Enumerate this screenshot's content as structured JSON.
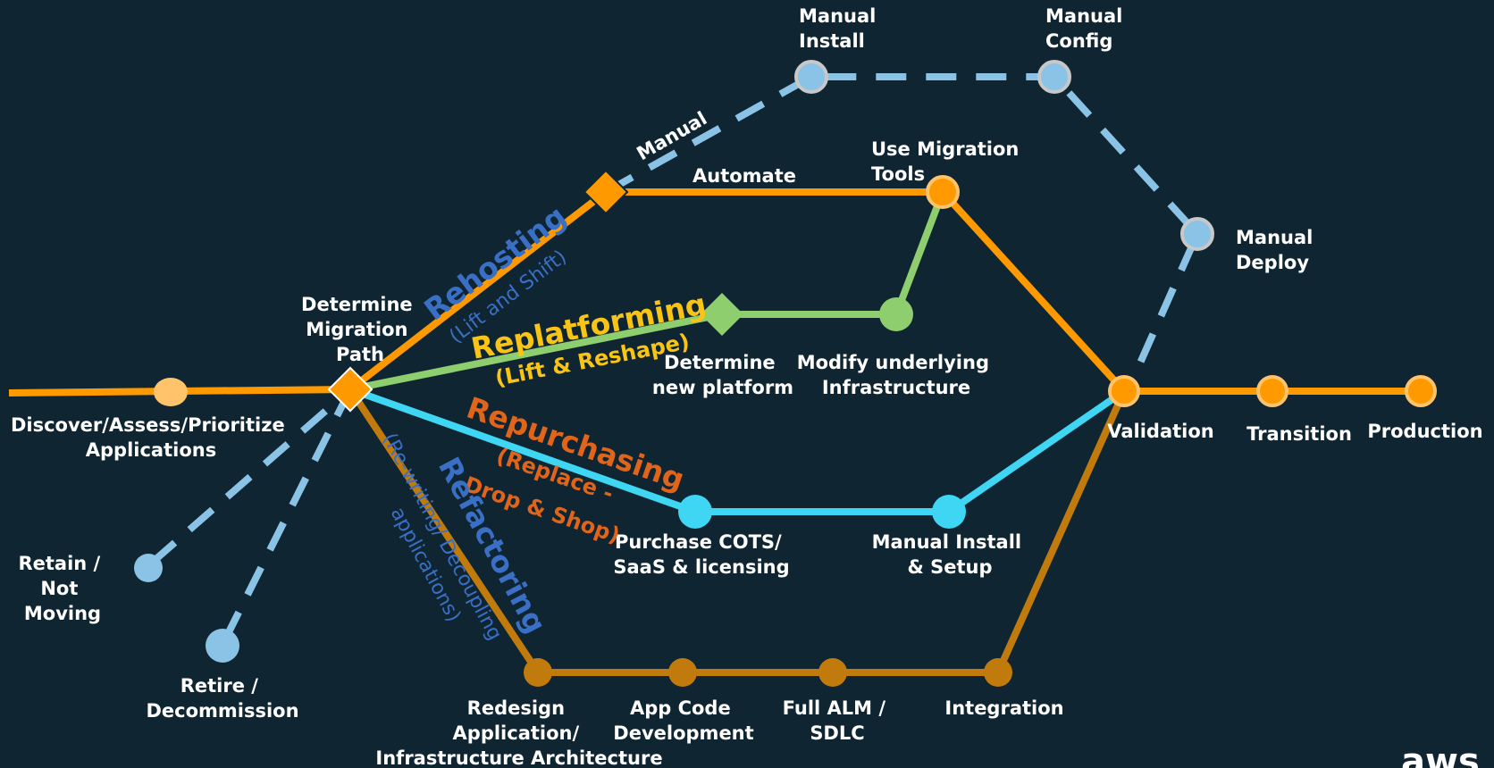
{
  "colors": {
    "background": "#0f2532",
    "rehost": "#ff9900",
    "replatform": "#8fce6e",
    "repurchase": "#3ed6f3",
    "refactor": "#c17b0c",
    "manual": "#8ac3e6",
    "strategy_blue": "#3a6fc6",
    "strategy_yellow": "#f9c414",
    "strategy_orange": "#e0641a",
    "text": "#ffffff"
  },
  "nodes": {
    "discover": [
      "Discover/Assess/Prioritize",
      "Applications"
    ],
    "determine_path": [
      "Determine",
      "Migration",
      "Path"
    ],
    "retain": [
      "Retain /",
      "Not",
      "Moving"
    ],
    "retire": [
      "Retire /",
      "Decommission"
    ],
    "manual_install": [
      "Manual",
      "Install"
    ],
    "manual_config": [
      "Manual",
      "Config"
    ],
    "manual_deploy": [
      "Manual",
      "Deploy"
    ],
    "manual_edge": "Manual",
    "automate_edge": "Automate",
    "use_migration_tools": [
      "Use Migration",
      "Tools"
    ],
    "determine_platform": [
      "Determine",
      "new platform"
    ],
    "modify_infra": [
      "Modify underlying",
      "Infrastructure"
    ],
    "purchase_cots": [
      "Purchase COTS/",
      "SaaS & licensing"
    ],
    "manual_install_setup": [
      "Manual Install",
      "& Setup"
    ],
    "redesign": [
      "Redesign",
      "Application/",
      "Infrastructure Architecture"
    ],
    "app_code": [
      "App Code",
      "Development"
    ],
    "full_alm": [
      "Full ALM /",
      "SDLC"
    ],
    "integration": "Integration",
    "validation": "Validation",
    "transition": "Transition",
    "production": "Production"
  },
  "strategies": {
    "rehosting": {
      "title": "Rehosting",
      "sub": "(Lift and Shift)"
    },
    "replatforming": {
      "title": "Replatforming",
      "sub": "(Lift & Reshape)"
    },
    "repurchasing": {
      "title": "Repurchasing",
      "sub1": "(Replace -",
      "sub2": "Drop & Shop)"
    },
    "refactoring": {
      "title": "Refactoring",
      "sub1": "(Re-writing/ Decoupling",
      "sub2": "applications)"
    }
  },
  "logo": "aws"
}
